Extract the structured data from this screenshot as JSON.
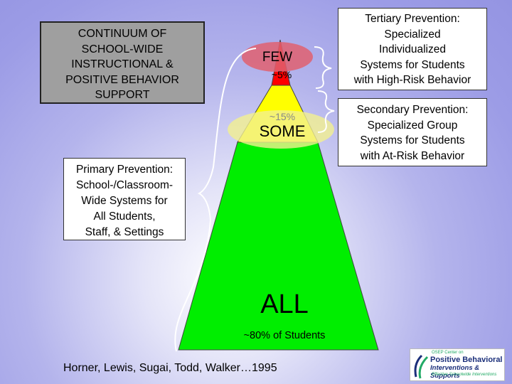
{
  "title_box": {
    "lines": [
      "CONTINUUM OF",
      "SCHOOL-WIDE",
      "INSTRUCTIONAL &",
      "POSITIVE BEHAVIOR",
      "SUPPORT"
    ]
  },
  "pyramid": {
    "tiers": [
      {
        "id": "few",
        "label": "FEW",
        "percent": "~5%",
        "color": "#ff0000"
      },
      {
        "id": "some",
        "label": "SOME",
        "percent": "~15%",
        "color": "#ffff00"
      },
      {
        "id": "all",
        "label": "ALL",
        "percent": "~80% of Students",
        "color": "#00ee00"
      }
    ],
    "highlight_colors": {
      "few": "#e06070",
      "some": "#f2f090"
    }
  },
  "primary_box": {
    "lines": [
      "Primary Prevention:",
      "School-/Classroom-",
      "Wide Systems for",
      "All Students,",
      "Staff, & Settings"
    ]
  },
  "tertiary_box": {
    "lines": [
      "Tertiary Prevention:",
      "Specialized",
      "Individualized",
      "Systems for Students",
      "with High-Risk Behavior"
    ]
  },
  "secondary_box": {
    "lines": [
      "Secondary Prevention:",
      "Specialized Group",
      "Systems for Students",
      "with At-Risk Behavior"
    ]
  },
  "citation": "Horner, Lewis, Sugai, Todd, Walker…1995",
  "logo": {
    "org_line": "OSEP Center on",
    "name_line1": "Positive Behavioral",
    "name_line2": "Interventions & Supports",
    "tagline": "Effective Schoolwide Interventions"
  }
}
